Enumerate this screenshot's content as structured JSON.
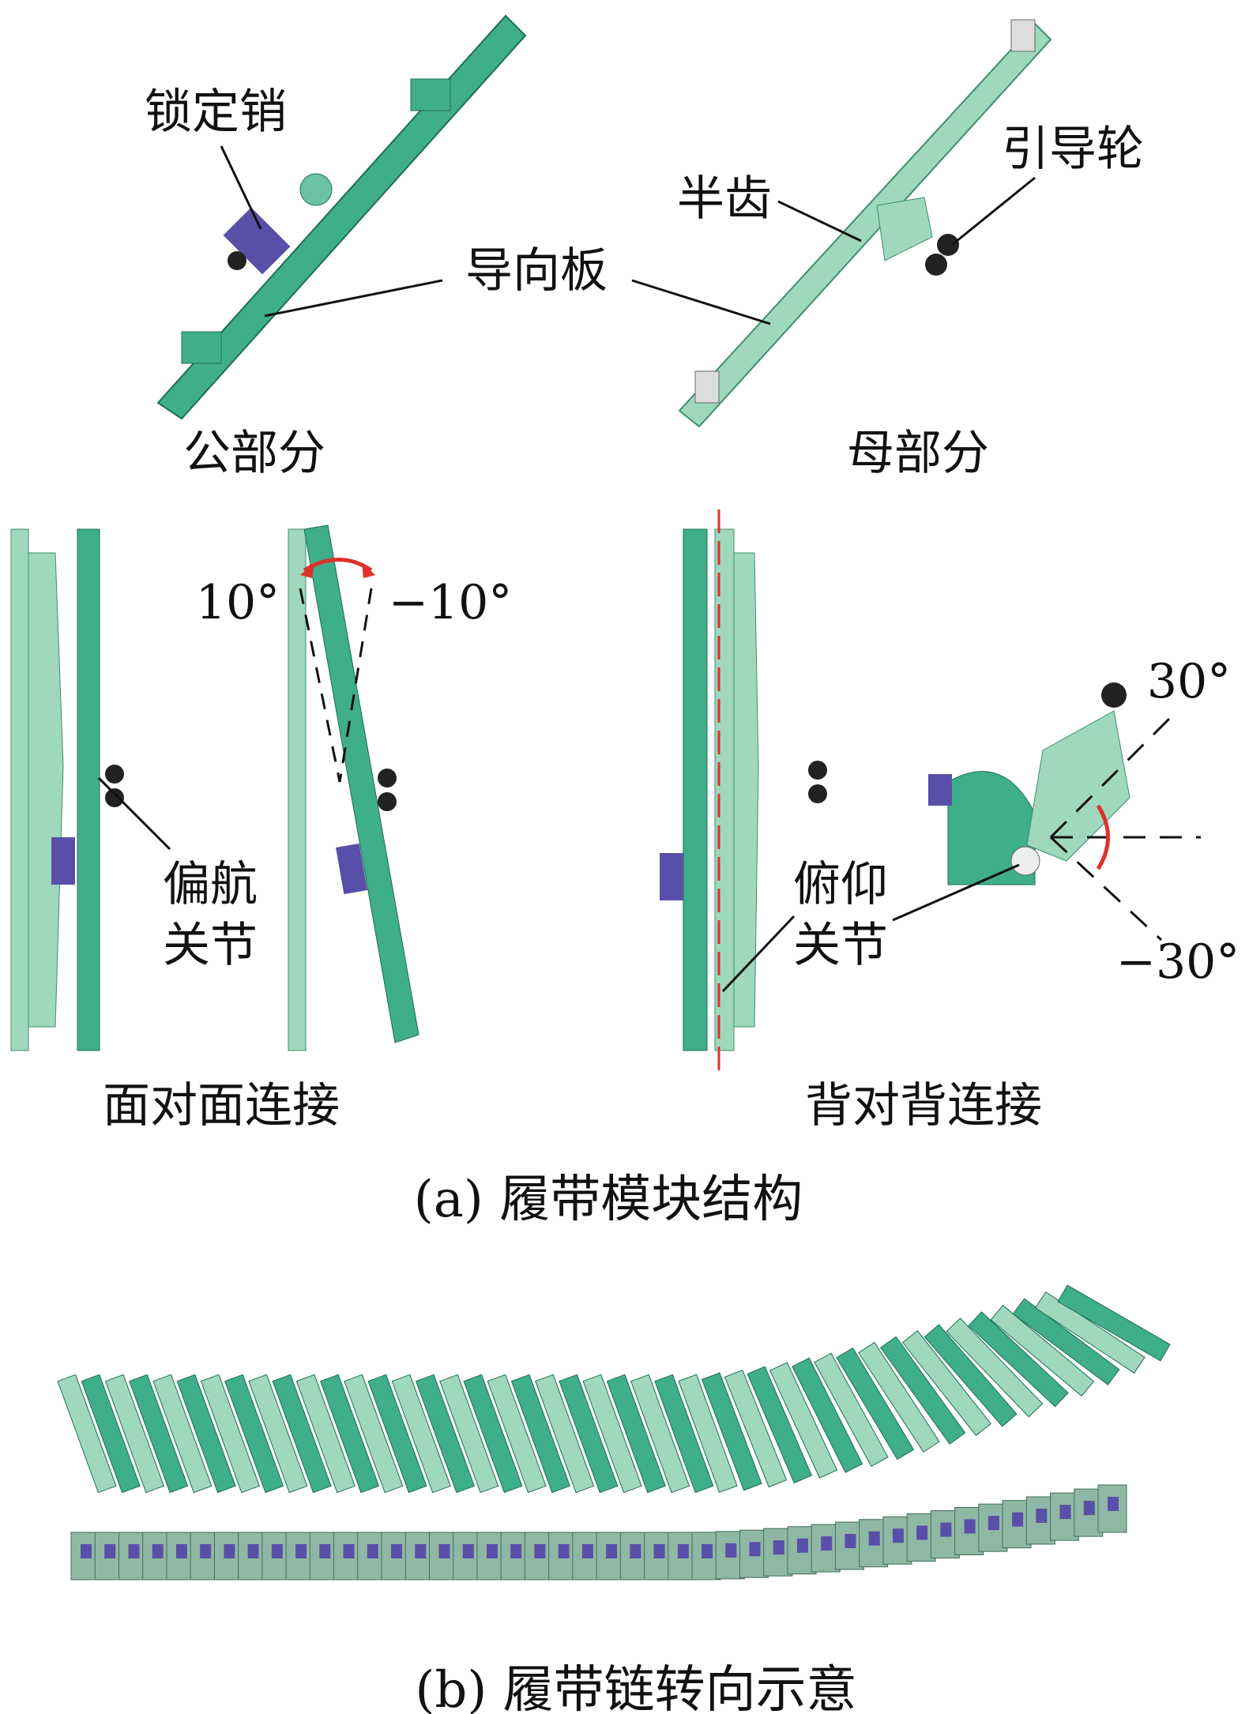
{
  "labels": {
    "lock_pin": "锁定销",
    "guide_plate": "导向板",
    "half_tooth": "半齿",
    "guide_wheel": "引导轮",
    "male_part": "公部分",
    "female_part": "母部分",
    "yaw_pos": "10°",
    "yaw_neg": "−10°",
    "yaw_joint_1": "偏航",
    "yaw_joint_2": "关节",
    "pitch_joint_1": "俯仰",
    "pitch_joint_2": "关节",
    "pitch_pos": "30°",
    "pitch_neg": "−30°",
    "face_to_face": "面对面连接",
    "back_to_back": "背对背连接"
  },
  "captions": {
    "a": "(a)  履带模块结构",
    "b": "(b)  履带链转向示意"
  },
  "colors": {
    "dark_green": "#3fae8a",
    "light_green": "#9fd8bd",
    "purple": "#5a4fa8",
    "red": "#e0302a"
  }
}
